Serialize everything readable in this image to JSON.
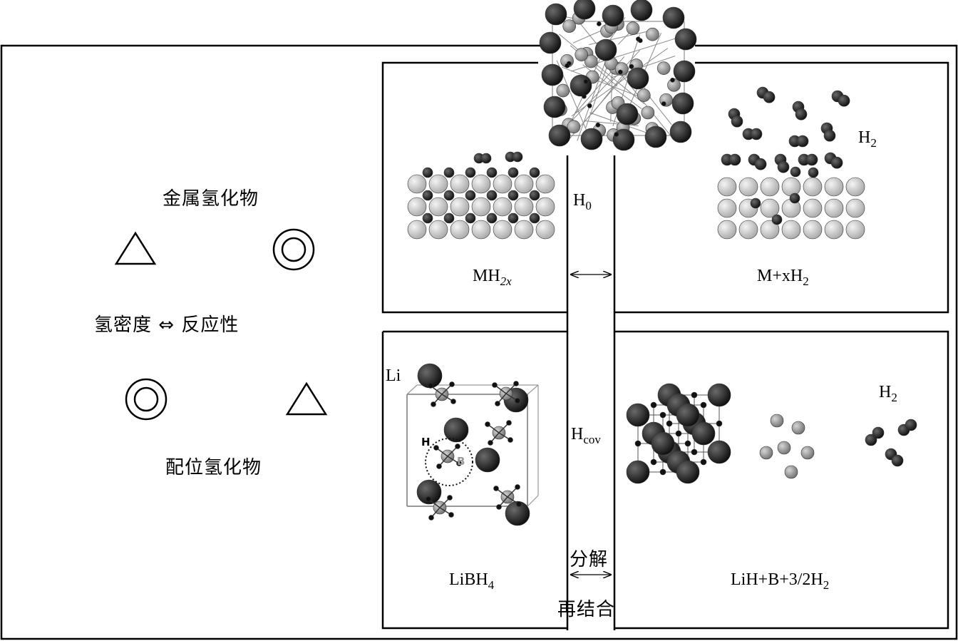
{
  "left_panel": {
    "metal_hydride_title": "金属氢化物",
    "trade_off": "氢密度 ⇔ 反应性",
    "complex_hydride_title": "配位氢化物",
    "symbols": {
      "metal_left": "triangle",
      "metal_right": "double-circle",
      "complex_left": "double-circle",
      "complex_right": "triangle"
    }
  },
  "top_left": {
    "formula_main": "MH",
    "formula_sub": "2x"
  },
  "top_right": {
    "formula_main": "M+xH",
    "formula_sub": "2",
    "gas_main": "H",
    "gas_sub": "2"
  },
  "top_center": {
    "enthalpy_main": "H",
    "enthalpy_sub": "0"
  },
  "bottom_left": {
    "formula_main": "LiBH",
    "formula_sub": "4",
    "li_label": "Li",
    "h_label": "H",
    "b_label": "B"
  },
  "bottom_center": {
    "enthalpy_main": "H",
    "enthalpy_sub": "cov",
    "decompose": "分解",
    "recombine": "再结合"
  },
  "bottom_right": {
    "formula_main": "LiH+B+3/2H",
    "formula_sub": "2",
    "gas_main": "H",
    "gas_sub": "2"
  },
  "colors": {
    "dark_atom": "#1c1c1c",
    "light_atom": "#c9c9c9",
    "mid_atom": "#8e8e8e",
    "line": "#000000"
  }
}
